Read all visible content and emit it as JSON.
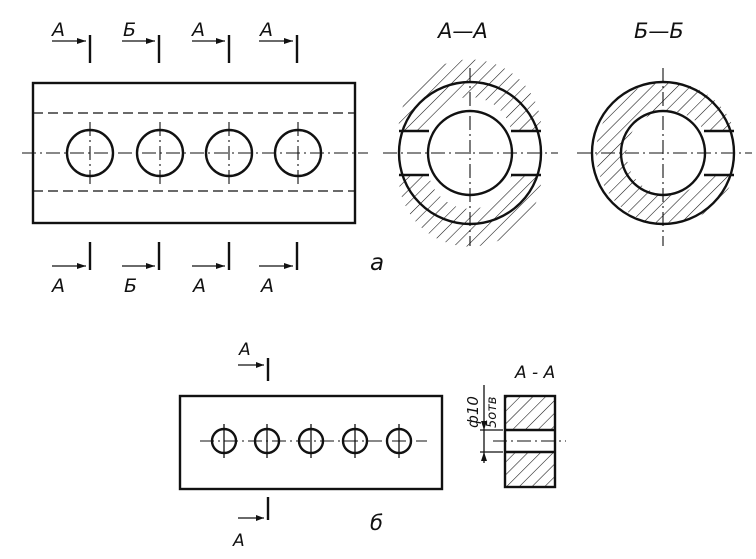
{
  "top": {
    "sections_top": [
      "А",
      "Б",
      "А",
      "А"
    ],
    "sections_bottom": [
      "А",
      "Б",
      "А",
      "А"
    ],
    "view1_title": "А—А",
    "view2_title": "Б—Б",
    "caption": "а"
  },
  "bottom": {
    "section_top": "А",
    "section_bottom": "А",
    "view_title": "А - А",
    "dim_diameter": "ф10",
    "dim_holes": "5отв",
    "caption": "б"
  }
}
